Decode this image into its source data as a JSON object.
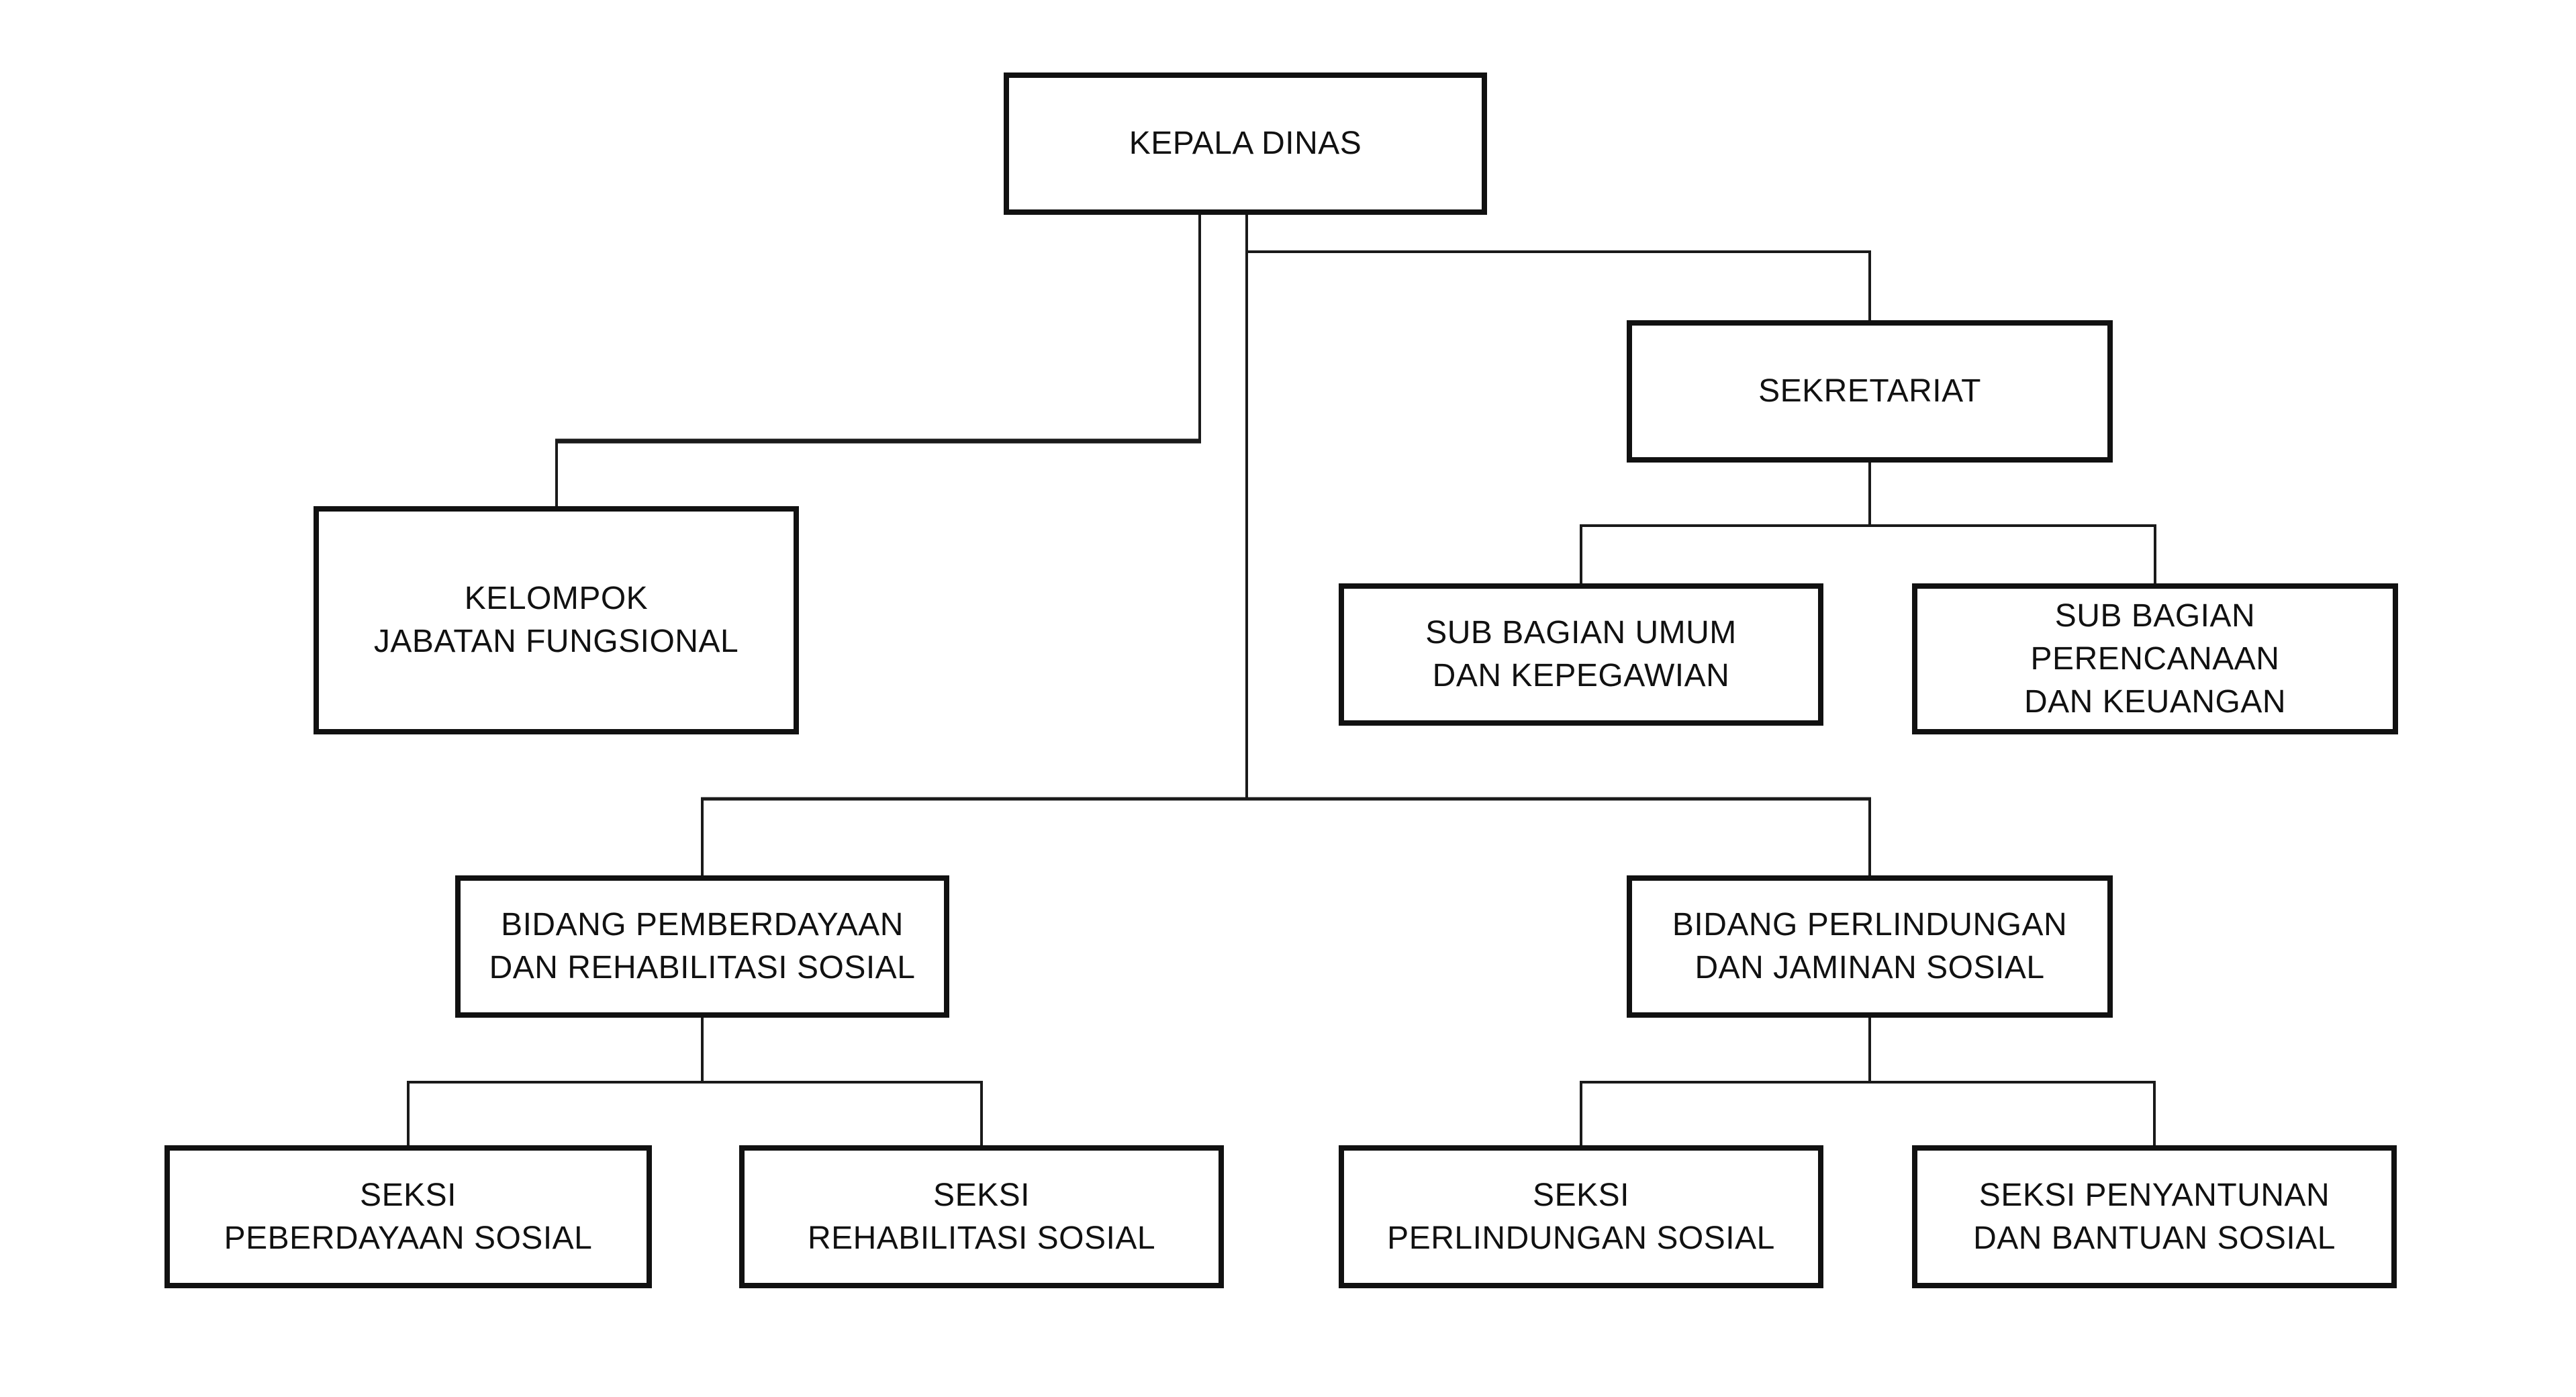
{
  "diagram": {
    "type": "org-chart",
    "background": "#ffffff",
    "colors": {
      "box_border": "#111111",
      "text": "#111111",
      "connector": "#1a1a1a"
    },
    "nodes": {
      "kepala_dinas": {
        "label": "KEPALA DINAS"
      },
      "kelompok_jabatan_fungsional": {
        "label": "KELOMPOK\nJABATAN FUNGSIONAL"
      },
      "sekretariat": {
        "label": "SEKRETARIAT"
      },
      "sub_bagian_umum": {
        "label": "SUB BAGIAN UMUM\nDAN KEPEGAWIAN"
      },
      "sub_bagian_perencanaan": {
        "label": "SUB BAGIAN\nPERENCANAAN\nDAN KEUANGAN"
      },
      "bidang_pemberdayaan": {
        "label": "BIDANG PEMBERDAYAAN\nDAN REHABILITASI SOSIAL"
      },
      "bidang_perlindungan": {
        "label": "BIDANG PERLINDUNGAN\nDAN JAMINAN SOSIAL"
      },
      "seksi_peberdayaan": {
        "label": "SEKSI\nPEBERDAYAAN SOSIAL"
      },
      "seksi_rehabilitasi": {
        "label": "SEKSI\nREHABILITASI SOSIAL"
      },
      "seksi_perlindungan": {
        "label": "SEKSI\nPERLINDUNGAN SOSIAL"
      },
      "seksi_penyantunan": {
        "label": "SEKSI PENYANTUNAN\nDAN BANTUAN SOSIAL"
      }
    },
    "edges": [
      {
        "from": "kepala_dinas",
        "to": "kelompok_jabatan_fungsional"
      },
      {
        "from": "kepala_dinas",
        "to": "sekretariat"
      },
      {
        "from": "kepala_dinas",
        "to": "bidang_pemberdayaan"
      },
      {
        "from": "kepala_dinas",
        "to": "bidang_perlindungan"
      },
      {
        "from": "sekretariat",
        "to": "sub_bagian_umum"
      },
      {
        "from": "sekretariat",
        "to": "sub_bagian_perencanaan"
      },
      {
        "from": "bidang_pemberdayaan",
        "to": "seksi_peberdayaan"
      },
      {
        "from": "bidang_pemberdayaan",
        "to": "seksi_rehabilitasi"
      },
      {
        "from": "bidang_perlindungan",
        "to": "seksi_perlindungan"
      },
      {
        "from": "bidang_perlindungan",
        "to": "seksi_penyantunan"
      }
    ]
  }
}
